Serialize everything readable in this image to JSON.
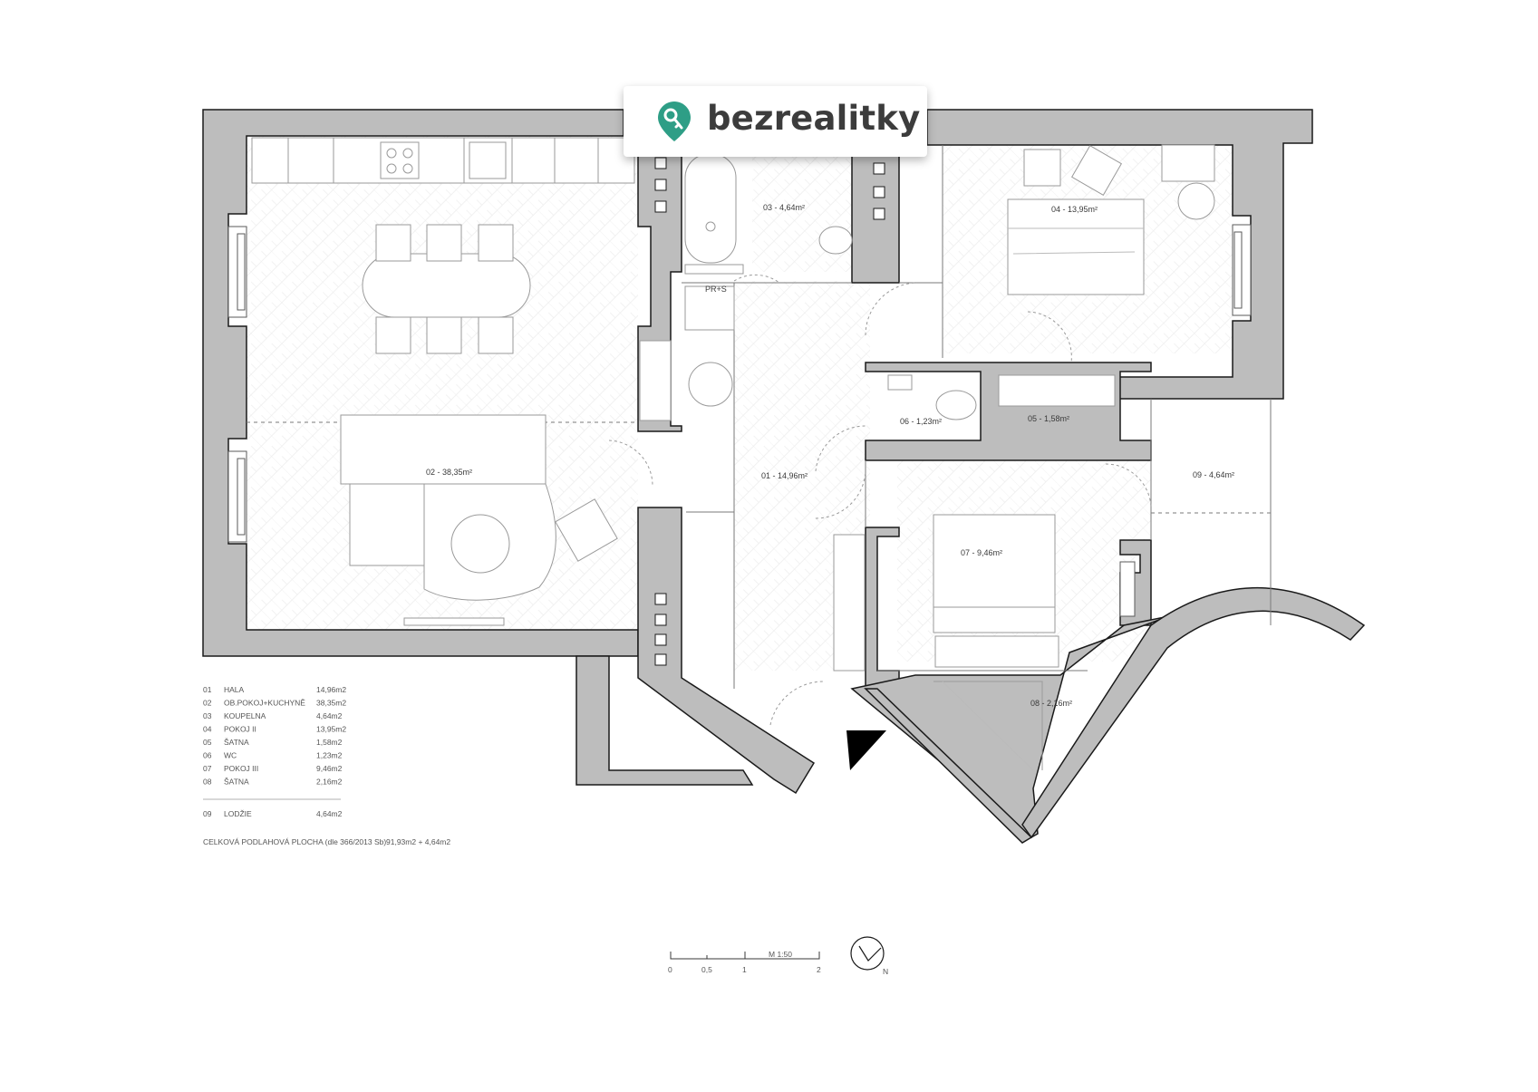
{
  "brand": {
    "name": "bezrealitky",
    "color": "#2e9e86",
    "icon": "location-pin-key-icon"
  },
  "rooms": [
    {
      "id": "01",
      "label": "01 - 14,96m²"
    },
    {
      "id": "02",
      "label": "02 - 38,35m²"
    },
    {
      "id": "03",
      "label": "03 - 4,64m²"
    },
    {
      "id": "04",
      "label": "04 - 13,95m²"
    },
    {
      "id": "05",
      "label": "05 - 1,58m²"
    },
    {
      "id": "06",
      "label": "06 - 1,23m²"
    },
    {
      "id": "07",
      "label": "07 - 9,46m²"
    },
    {
      "id": "08",
      "label": "08 - 2,16m²"
    },
    {
      "id": "09",
      "label": "09 - 4,64m²"
    }
  ],
  "fixture_label": "PR+S",
  "legend": {
    "rows": [
      {
        "num": "01",
        "name": "HALA",
        "area": "14,96m2"
      },
      {
        "num": "02",
        "name": "OB.POKOJ+KUCHYNĚ",
        "area": "38,35m2"
      },
      {
        "num": "03",
        "name": "KOUPELNA",
        "area": "4,64m2"
      },
      {
        "num": "04",
        "name": "POKOJ II",
        "area": "13,95m2"
      },
      {
        "num": "05",
        "name": "ŠATNA",
        "area": "1,58m2"
      },
      {
        "num": "06",
        "name": "WC",
        "area": "1,23m2"
      },
      {
        "num": "07",
        "name": "POKOJ III",
        "area": "9,46m2"
      },
      {
        "num": "08",
        "name": "ŠATNA",
        "area": "2,16m2"
      }
    ],
    "extra": {
      "num": "09",
      "name": "LODŽIE",
      "area": "4,64m2"
    },
    "total_label": "CELKOVÁ PODLAHOVÁ PLOCHA (dle 366/2013 Sb)",
    "total_value": "91,93m2 + 4,64m2"
  },
  "scale": {
    "ticks": [
      "0",
      "0,5",
      "1",
      "2"
    ],
    "label": "M 1:50"
  },
  "north": {
    "label": "N"
  },
  "colors": {
    "wall": "#bdbdbd",
    "wall_stroke": "#1a1a1a",
    "floor_pattern": "#eeeeee",
    "line": "#9a9a9a"
  }
}
